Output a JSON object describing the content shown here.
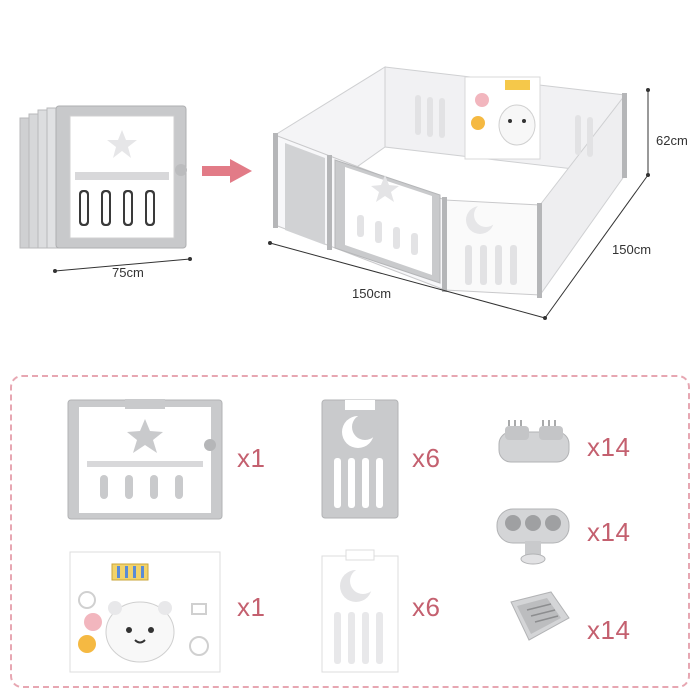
{
  "dimensions": {
    "folded_width": "75cm",
    "pen_width": "150cm",
    "pen_depth": "150cm",
    "pen_height": "62cm"
  },
  "parts": [
    {
      "id": "star-gate-panel",
      "quantity": "x1"
    },
    {
      "id": "moon-grey-panel",
      "quantity": "x6"
    },
    {
      "id": "double-clip-connector",
      "quantity": "x14"
    },
    {
      "id": "activity-panel",
      "quantity": "x1"
    },
    {
      "id": "moon-white-panel",
      "quantity": "x6"
    },
    {
      "id": "triple-base-connector",
      "quantity": "x14"
    },
    {
      "id": "end-cap-connector",
      "quantity": "x14"
    }
  ],
  "colors": {
    "panel_white": "#ffffff",
    "panel_grey": "#c9c9cb",
    "accent_pink": "#c4606f",
    "border_pink": "#e7a7b2",
    "arrow_pink": "#e27b87"
  }
}
